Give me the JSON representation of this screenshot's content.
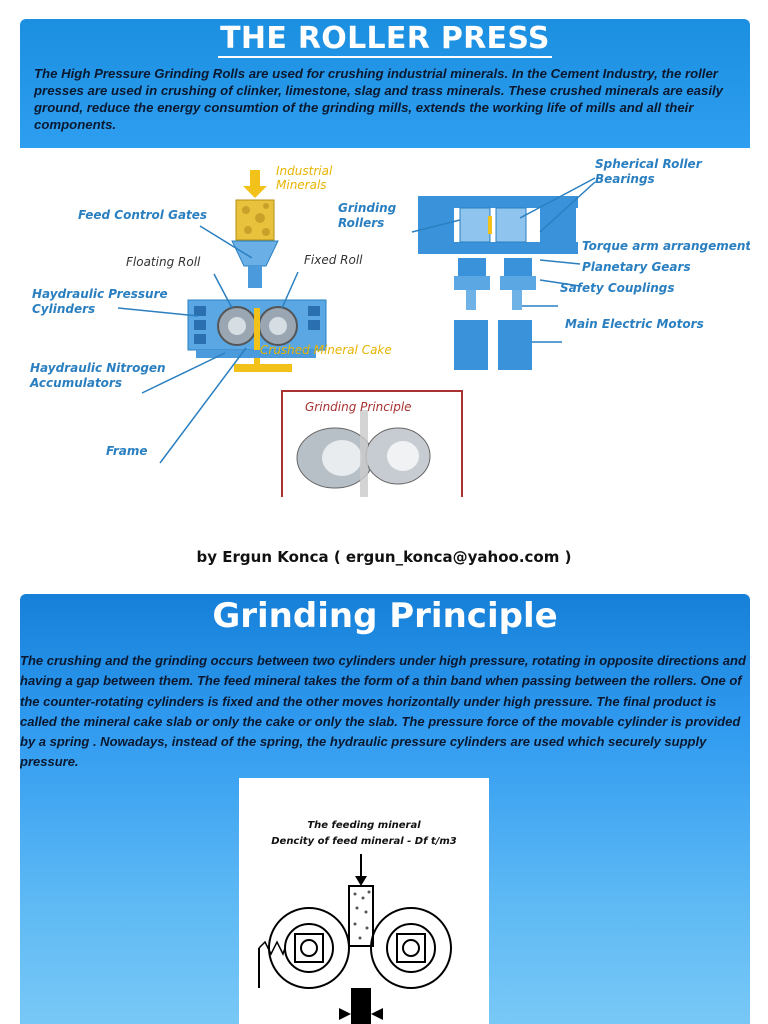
{
  "slide1": {
    "title": "THE ROLLER PRESS",
    "intro": "The High Pressure Grinding Rolls are used for crushing industrial minerals. In the Cement Industry, the roller presses are used in crushing of clinker, limestone, slag and trass minerals. These crushed minerals are easily ground, reduce the energy consumtion of the grinding mills, extends the working life of  mills and all their components.",
    "labels": {
      "industrial_minerals": "Industrial Minerals",
      "feed_control_gates": "Feed Control Gates",
      "floating_roll": "Floating Roll",
      "fixed_roll": "Fixed Roll",
      "hydraulic_cylinders": "Haydraulic Pressure Cylinders",
      "crushed_cake": "Crushed Mineral Cake",
      "nitrogen_accumulators": "Haydraulic Nitrogen Accumulators",
      "frame": "Frame",
      "grinding_principle_inset": "Grinding Principle",
      "spherical_bearings": "Spherical Roller Bearings",
      "grinding_rollers": "Grinding Rollers",
      "torque_arm": "Torque arm arrangement",
      "planetary_gears": "Planetary Gears",
      "safety_couplings": "Safety Couplings",
      "main_motors": "Main Electric Motors"
    }
  },
  "byline": "by Ergun Konca ( ergun_konca@yahoo.com )",
  "slide2": {
    "title": "Grinding Principle",
    "paragraph": "The crushing and the grinding occurs between two cylinders under high pressure, rotating in opposite directions and having a gap between them. The feed mineral takes the form of a thin band when passing between the rollers. One of the counter-rotating cylinders is fixed and the other moves horizontally under high pressure. The final product is called the mineral cake slab  or only the cake or only the slab. The pressure force of the movable cylinder is provided by a spring . Nowadays, instead of the spring, the hydraulic pressure cylinders are used which securely supply pressure.",
    "figure_caption_1": "The feeding mineral",
    "figure_caption_2": "Dencity of feed mineral - Df  t/m3"
  },
  "colors": {
    "header_blue": "#1b8fe0",
    "label_blue": "#2a7fc0",
    "gold": "#e9b400",
    "inset_border": "#a83232"
  }
}
